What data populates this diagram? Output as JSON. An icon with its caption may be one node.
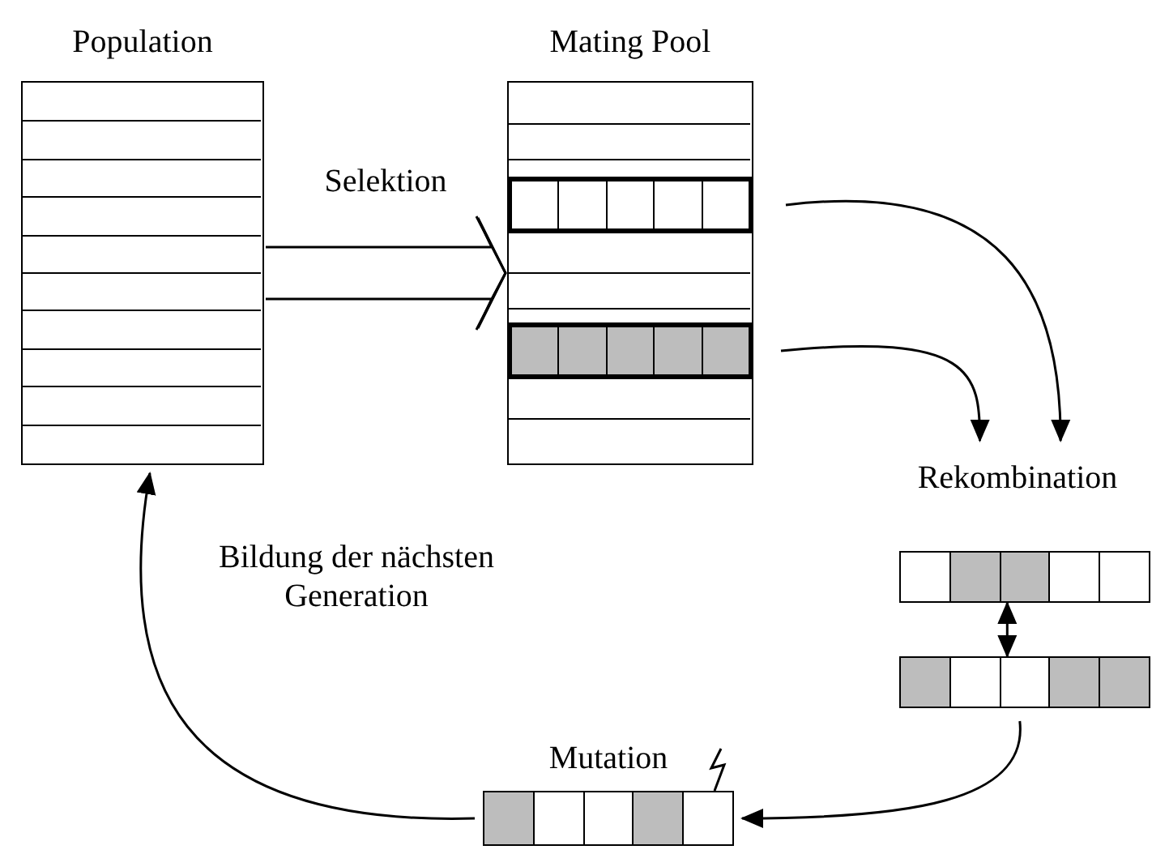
{
  "diagram": {
    "nodes": [
      {
        "text": [
          "Population"
        ]
      },
      {
        "text": [
          "Mating Pool"
        ]
      },
      {
        "text": [],
        "shape": "bar",
        "in": 1
      },
      {
        "text": [],
        "shape": "bar",
        "in": 1
      },
      {
        "text": [
          "Rekombination"
        ]
      },
      {
        "text": [],
        "shape": "bar"
      },
      {
        "text": [],
        "shape": "bar"
      },
      {
        "text": [
          "Mutation"
        ]
      }
    ],
    "edges": [
      {
        "from": 0,
        "to": 1,
        "arrow": "to",
        "label": "Selektion"
      },
      {
        "from": 2,
        "to": 4,
        "arrow": "to"
      },
      {
        "from": 3,
        "to": 4,
        "arrow": "to"
      },
      {
        "from": 5,
        "to": 6,
        "arrow": "both"
      },
      {
        "from": 6,
        "to": 7,
        "arrow": "to"
      },
      {
        "from": 7,
        "to": 0,
        "arrow": "to",
        "label": "Bildung der nächsten Generation"
      }
    ]
  }
}
